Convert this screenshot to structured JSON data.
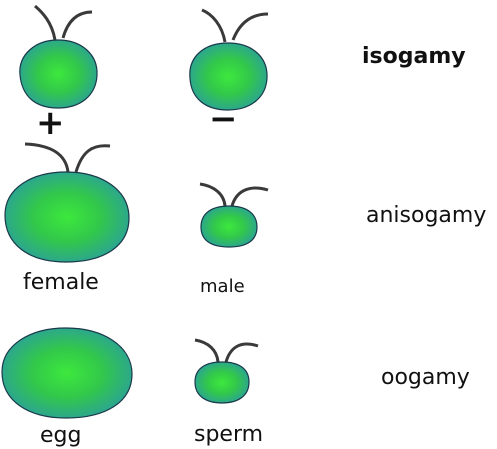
{
  "rows": [
    {
      "title": "isogamy",
      "left": {
        "label": "+",
        "has_flagella": true
      },
      "right": {
        "label": "−",
        "has_flagella": true
      }
    },
    {
      "title": "anisogamy",
      "left": {
        "label": "female",
        "has_flagella": true
      },
      "right": {
        "label": "male",
        "has_flagella": true
      }
    },
    {
      "title": "oogamy",
      "left": {
        "label": "egg",
        "has_flagella": false
      },
      "right": {
        "label": "sperm",
        "has_flagella": true
      }
    }
  ],
  "colors": {
    "cell_center": "#3de83d",
    "cell_edge": "#2a9aa6",
    "cell_outline": "#1a3a4a",
    "flagellum": "#3a3a3a"
  }
}
